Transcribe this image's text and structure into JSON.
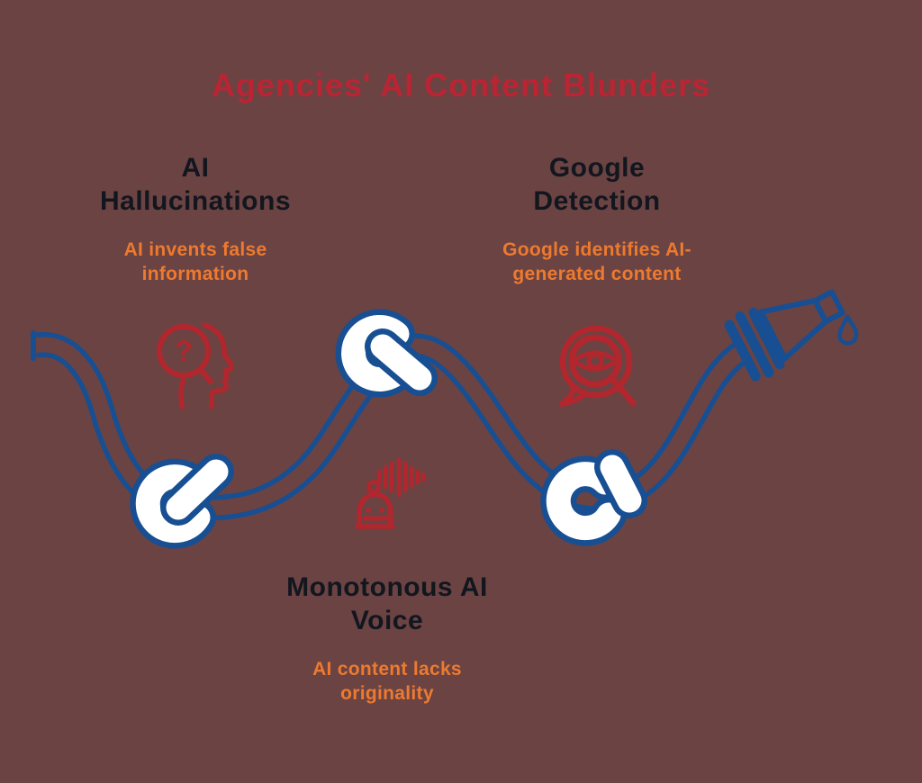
{
  "title": "Agencies' AI Content Blunders",
  "colors": {
    "background": "#6b4343",
    "title_red": "#ba2433",
    "icon_red": "#b2262e",
    "accent_orange": "#ed7a2f",
    "heading_dark": "#12161e",
    "hose_blue": "#174f92",
    "knot_white": "#ffffff"
  },
  "sections": [
    {
      "id": "ai-hallucinations",
      "heading_lines": [
        "AI",
        "Hallucinations"
      ],
      "subtitle_lines": [
        "AI invents false",
        "information"
      ],
      "icon": "head-question-magnifier-icon"
    },
    {
      "id": "google-detection",
      "heading_lines": [
        "Google",
        "Detection"
      ],
      "subtitle_lines": [
        "Google identifies AI-",
        "generated content"
      ],
      "icon": "eye-magnifier-bubble-icon"
    },
    {
      "id": "monotonous-ai-voice",
      "heading_lines": [
        "Monotonous AI",
        "Voice"
      ],
      "subtitle_lines": [
        "AI content lacks",
        "originality"
      ],
      "icon": "robot-voice-waveform-icon"
    }
  ],
  "icons": {
    "question_glyph": "?"
  },
  "illustration": {
    "knot_count": "3"
  }
}
